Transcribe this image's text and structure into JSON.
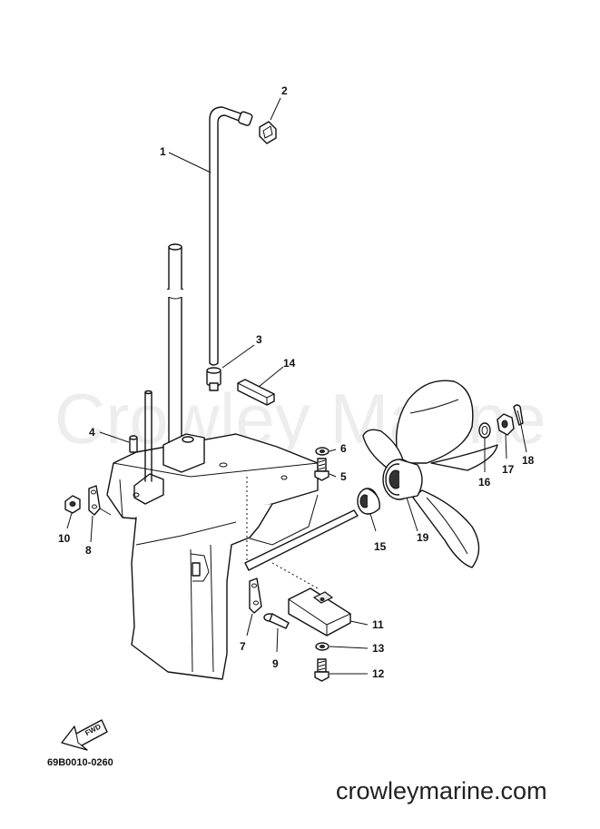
{
  "watermark": "Crowley Marine",
  "reference_code": "69B0010-0260",
  "fwd_label": "FWD",
  "website": "crowleymarine.com",
  "callouts": {
    "c1": "1",
    "c2": "2",
    "c3": "3",
    "c4": "4",
    "c5": "5",
    "c6": "6",
    "c7": "7",
    "c8": "8",
    "c9": "9",
    "c10": "10",
    "c11": "11",
    "c12": "12",
    "c13": "13",
    "c14": "14",
    "c15": "15",
    "c16": "16",
    "c17": "17",
    "c18": "18",
    "c19": "19"
  }
}
